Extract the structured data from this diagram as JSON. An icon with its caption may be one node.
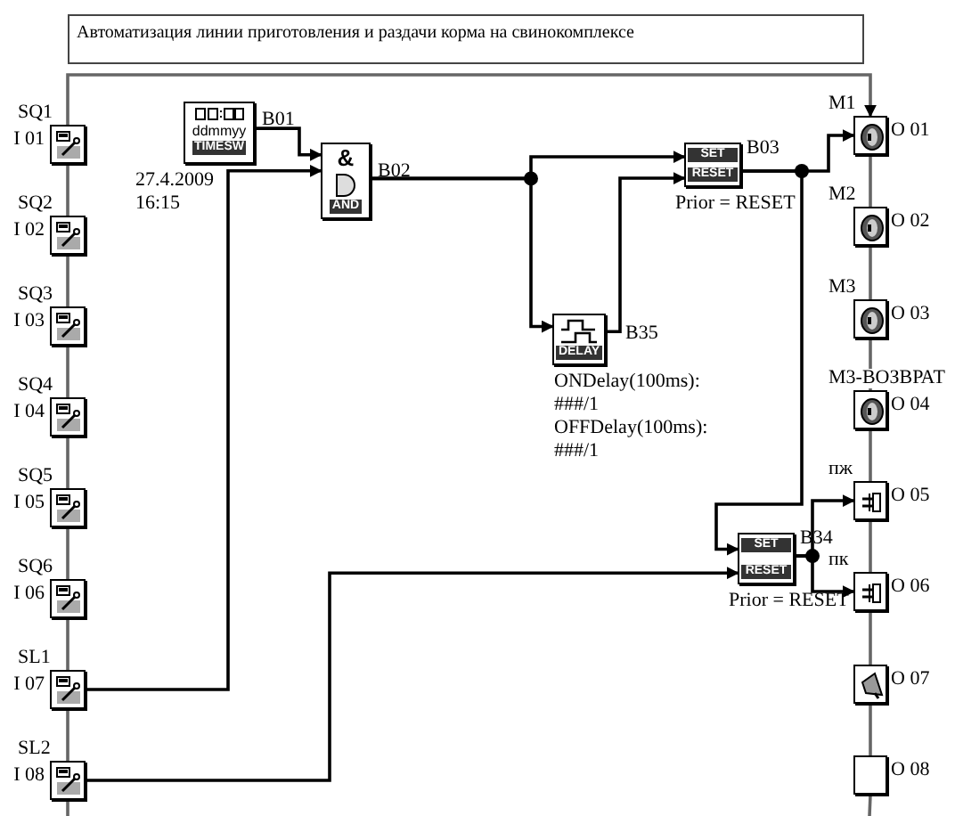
{
  "diagram": {
    "nodes": [
      {
        "text": [
          "Автоматизация линии приготовления и раздачи корма на свинокомплексе"
        ]
      },
      {
        "text": [
          "SQ1",
          "I 01"
        ]
      },
      {
        "text": [
          "SQ2",
          "I 02"
        ]
      },
      {
        "text": [
          "SQ3",
          "I 03"
        ]
      },
      {
        "text": [
          "SQ4",
          "I 04"
        ]
      },
      {
        "text": [
          "SQ5",
          "I 05"
        ]
      },
      {
        "text": [
          "SQ6",
          "I 06"
        ]
      },
      {
        "text": [
          "SL1",
          "I 07"
        ]
      },
      {
        "text": [
          "SL2",
          "I 08"
        ]
      },
      {
        "text": [
          "ddmmyy",
          "TIMESW",
          "B01"
        ],
        "beside": [
          "27.4.2009",
          "16:15"
        ]
      },
      {
        "text": [
          "&",
          "AND",
          "B02"
        ]
      },
      {
        "text": [
          "SET",
          "RESET",
          "B03"
        ],
        "beside": [
          "Prior = RESET"
        ]
      },
      {
        "text": [
          "DELAY",
          "B35"
        ],
        "beside": [
          "ONDelay(100ms):",
          "###/1",
          "OFFDelay(100ms):",
          "###/1"
        ]
      },
      {
        "text": [
          "SET",
          "RESET",
          "B34"
        ],
        "beside": [
          "Prior = RESET"
        ]
      },
      {
        "text": [
          "M1",
          "O 01"
        ]
      },
      {
        "text": [
          "M2",
          "O 02"
        ]
      },
      {
        "text": [
          "M3",
          "O 03"
        ]
      },
      {
        "text": [
          "М3-ВОЗВРАТ",
          "O 04"
        ]
      },
      {
        "text": [
          "пж",
          "O 05"
        ]
      },
      {
        "text": [
          "пк",
          "O 06"
        ]
      },
      {
        "text": [
          "O 07"
        ]
      },
      {
        "text": [
          "O 08"
        ]
      }
    ],
    "edges": [
      {
        "from": 1,
        "to": 2,
        "arrow": "none"
      },
      {
        "from": 2,
        "to": 3,
        "arrow": "none"
      },
      {
        "from": 3,
        "to": 4,
        "arrow": "none"
      },
      {
        "from": 4,
        "to": 5,
        "arrow": "none"
      },
      {
        "from": 5,
        "to": 6,
        "arrow": "none"
      },
      {
        "from": 6,
        "to": 7,
        "arrow": "none"
      },
      {
        "from": 7,
        "to": 8,
        "arrow": "none"
      },
      {
        "from": 8,
        "to": null,
        "arrow": "none"
      },
      {
        "from": 1,
        "to": 14,
        "arrow": "to"
      },
      {
        "from": 14,
        "to": 15,
        "arrow": "none"
      },
      {
        "from": 15,
        "to": 16,
        "arrow": "none"
      },
      {
        "from": 16,
        "to": 17,
        "arrow": "none"
      },
      {
        "from": 17,
        "to": 18,
        "arrow": "none"
      },
      {
        "from": 18,
        "to": 19,
        "arrow": "none"
      },
      {
        "from": 19,
        "to": 20,
        "arrow": "none"
      },
      {
        "from": 20,
        "to": 21,
        "arrow": "none"
      },
      {
        "from": 21,
        "to": null,
        "arrow": "none"
      },
      {
        "from": 9,
        "to": 10,
        "arrow": "to",
        "color": "#000000"
      },
      {
        "from": 7,
        "to": 10,
        "arrow": "to",
        "color": "#000000"
      },
      {
        "from": 10,
        "to": 11,
        "arrow": "to",
        "color": "#000000"
      },
      {
        "from": 10,
        "to": 12,
        "arrow": "to",
        "color": "#000000"
      },
      {
        "from": 12,
        "to": 11,
        "arrow": "to",
        "color": "#000000"
      },
      {
        "from": 11,
        "to": 14,
        "arrow": "to",
        "color": "#000000"
      },
      {
        "from": 11,
        "to": 13,
        "arrow": "to",
        "color": "#000000"
      },
      {
        "from": 8,
        "to": 13,
        "arrow": "to",
        "color": "#000000"
      },
      {
        "from": 13,
        "to": 18,
        "arrow": "to",
        "color": "#000000"
      },
      {
        "from": 13,
        "to": 19,
        "arrow": "to",
        "color": "#000000"
      }
    ]
  }
}
